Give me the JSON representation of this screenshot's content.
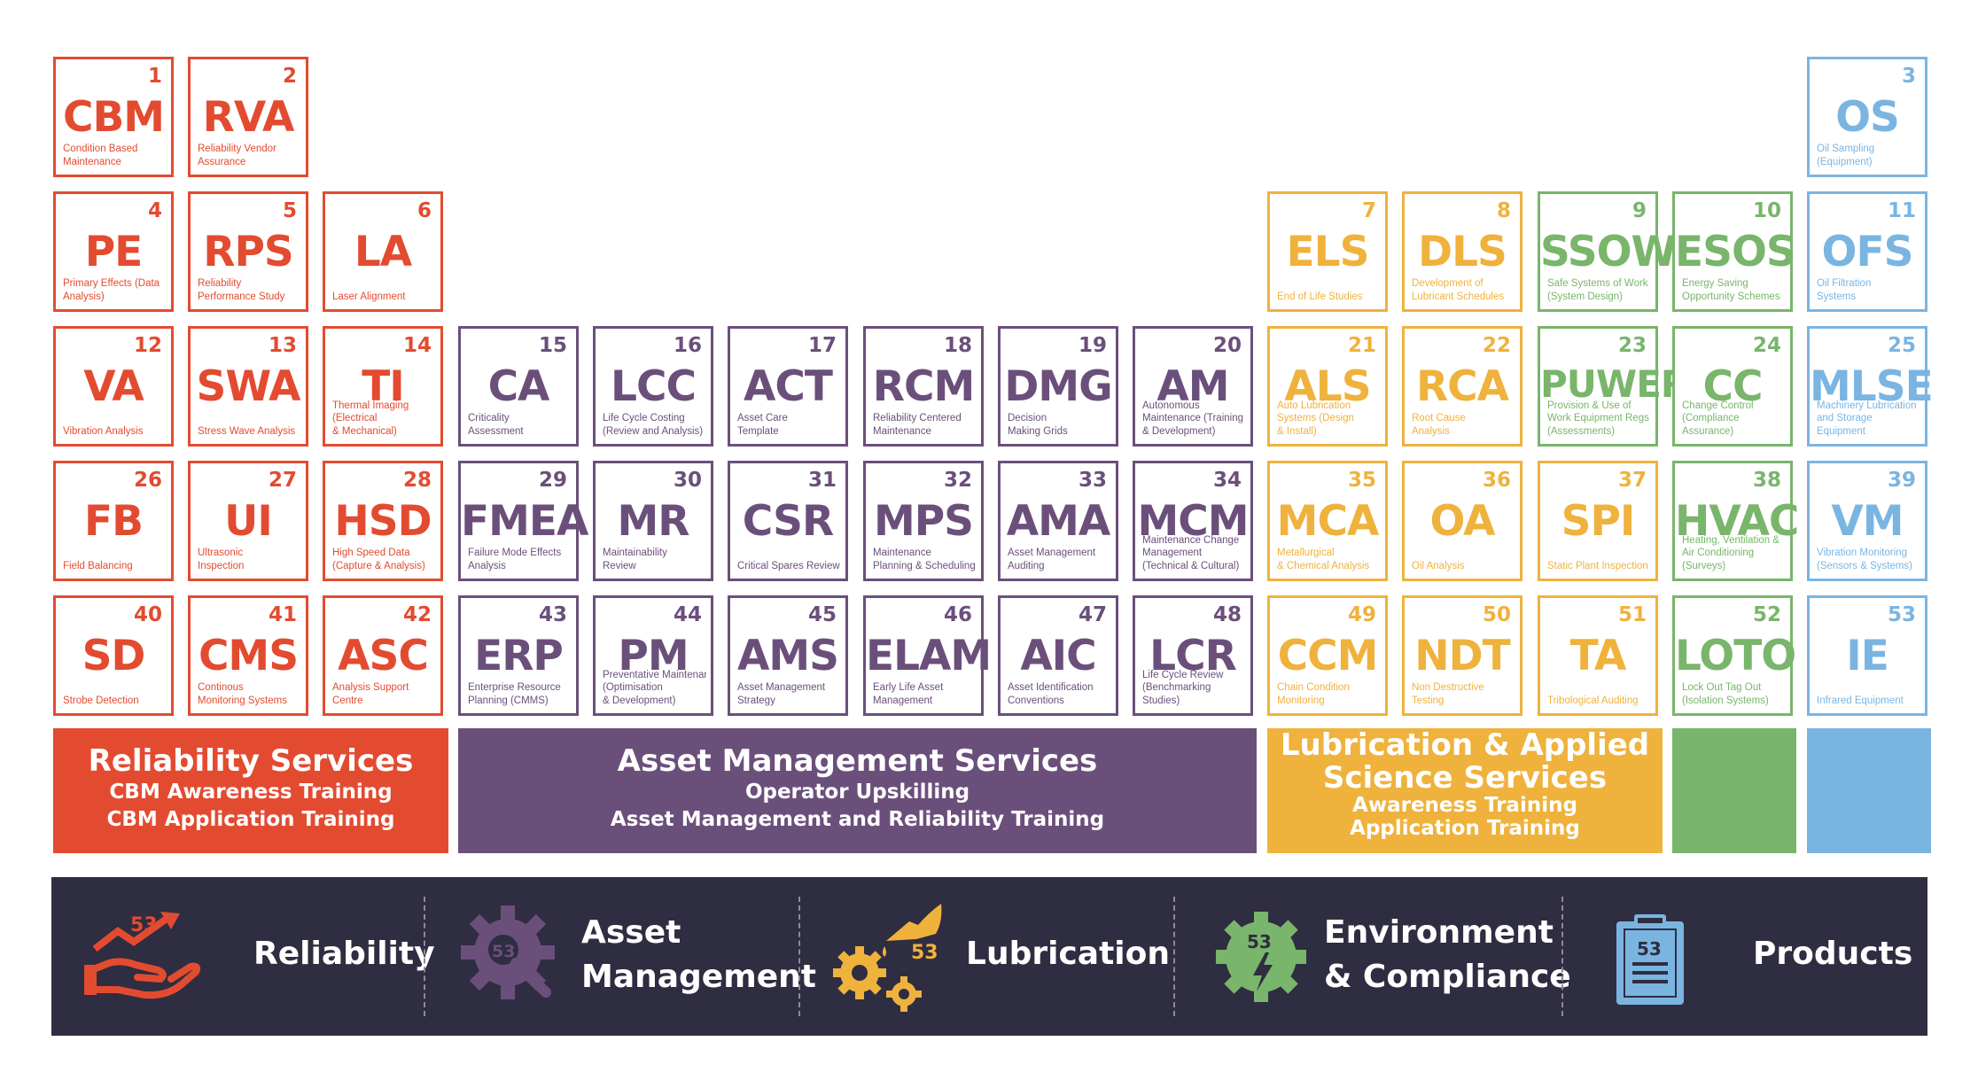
{
  "elements": [
    {
      "n": "1",
      "sym": "CBM",
      "name": [
        "Condition Based",
        "Maintenance"
      ],
      "c": "red",
      "r": 0,
      "col": 0
    },
    {
      "n": "2",
      "sym": "RVA",
      "name": [
        "Reliability Vendor",
        "Assurance"
      ],
      "c": "red",
      "r": 0,
      "col": 1
    },
    {
      "n": "3",
      "sym": "OS",
      "name": [
        "Oil Sampling",
        "(Equipment)"
      ],
      "c": "blue",
      "r": 0,
      "col": 13
    },
    {
      "n": "4",
      "sym": "PE",
      "name": [
        "Primary Effects (Data",
        "Analysis)"
      ],
      "c": "red",
      "r": 1,
      "col": 0
    },
    {
      "n": "5",
      "sym": "RPS",
      "name": [
        "Reliability",
        "Performance Study"
      ],
      "c": "red",
      "r": 1,
      "col": 1
    },
    {
      "n": "6",
      "sym": "LA",
      "name": [
        "Laser Alignment"
      ],
      "c": "red",
      "r": 1,
      "col": 2
    },
    {
      "n": "7",
      "sym": "ELS",
      "name": [
        "End of Life Studies"
      ],
      "c": "orange",
      "r": 1,
      "col": 9
    },
    {
      "n": "8",
      "sym": "DLS",
      "name": [
        "Development of",
        "Lubricant Schedules"
      ],
      "c": "orange",
      "r": 1,
      "col": 10
    },
    {
      "n": "9",
      "sym": "SSOW",
      "name": [
        "Safe Systems of Work",
        "(System Design)"
      ],
      "c": "green",
      "r": 1,
      "col": 11
    },
    {
      "n": "10",
      "sym": "ESOS",
      "name": [
        "Energy Saving",
        "Opportunity Schemes"
      ],
      "c": "green",
      "r": 1,
      "col": 12
    },
    {
      "n": "11",
      "sym": "OFS",
      "name": [
        "Oil Filtration",
        "Systems"
      ],
      "c": "blue",
      "r": 1,
      "col": 13
    },
    {
      "n": "12",
      "sym": "VA",
      "name": [
        "Vibration Analysis"
      ],
      "c": "red",
      "r": 2,
      "col": 0
    },
    {
      "n": "13",
      "sym": "SWA",
      "name": [
        "Stress Wave Analysis"
      ],
      "c": "red",
      "r": 2,
      "col": 1
    },
    {
      "n": "14",
      "sym": "TI",
      "name": [
        "Thermal Imaging",
        "(Electrical",
        "& Mechanical)"
      ],
      "c": "red",
      "r": 2,
      "col": 2
    },
    {
      "n": "15",
      "sym": "CA",
      "name": [
        "Criticality",
        "Assessment"
      ],
      "c": "purple",
      "r": 2,
      "col": 3
    },
    {
      "n": "16",
      "sym": "LCC",
      "name": [
        "Life Cycle Costing",
        "(Review and Analysis)"
      ],
      "c": "purple",
      "r": 2,
      "col": 4
    },
    {
      "n": "17",
      "sym": "ACT",
      "name": [
        "Asset Care",
        "Template"
      ],
      "c": "purple",
      "r": 2,
      "col": 5
    },
    {
      "n": "18",
      "sym": "RCM",
      "name": [
        "Reliability Centered",
        "Maintenance"
      ],
      "c": "purple",
      "r": 2,
      "col": 6
    },
    {
      "n": "19",
      "sym": "DMG",
      "name": [
        "Decision",
        "Making Grids"
      ],
      "c": "purple",
      "r": 2,
      "col": 7
    },
    {
      "n": "20",
      "sym": "AM",
      "name": [
        "Autonomous",
        "Maintenance (Training",
        "& Development)"
      ],
      "c": "purple",
      "r": 2,
      "col": 8
    },
    {
      "n": "21",
      "sym": "ALS",
      "name": [
        "Auto Lubrication",
        "Systems (Design",
        "& Install)"
      ],
      "c": "orange",
      "r": 2,
      "col": 9
    },
    {
      "n": "22",
      "sym": "RCA",
      "name": [
        "Root Cause",
        "Analysis"
      ],
      "c": "orange",
      "r": 2,
      "col": 10
    },
    {
      "n": "23",
      "sym": "PUWER",
      "name": [
        "Provision & Use of",
        "Work Equipment Regs",
        "(Assessments)"
      ],
      "c": "green",
      "r": 2,
      "col": 11
    },
    {
      "n": "24",
      "sym": "CC",
      "name": [
        "Change Control",
        "(Compliance",
        "Assurance)"
      ],
      "c": "green",
      "r": 2,
      "col": 12
    },
    {
      "n": "25",
      "sym": "MLSE",
      "name": [
        "Machinery Lubrication",
        "and Storage",
        "Equipment"
      ],
      "c": "blue",
      "r": 2,
      "col": 13
    },
    {
      "n": "26",
      "sym": "FB",
      "name": [
        "Field Balancing"
      ],
      "c": "red",
      "r": 3,
      "col": 0
    },
    {
      "n": "27",
      "sym": "UI",
      "name": [
        "Ultrasonic",
        "Inspection"
      ],
      "c": "red",
      "r": 3,
      "col": 1
    },
    {
      "n": "28",
      "sym": "HSD",
      "name": [
        "High Speed Data",
        "(Capture & Analysis)"
      ],
      "c": "red",
      "r": 3,
      "col": 2
    },
    {
      "n": "29",
      "sym": "FMEA",
      "name": [
        "Failure Mode Effects",
        "Analysis"
      ],
      "c": "purple",
      "r": 3,
      "col": 3
    },
    {
      "n": "30",
      "sym": "MR",
      "name": [
        "Maintainability",
        "Review"
      ],
      "c": "purple",
      "r": 3,
      "col": 4
    },
    {
      "n": "31",
      "sym": "CSR",
      "name": [
        "Critical Spares Review"
      ],
      "c": "purple",
      "r": 3,
      "col": 5
    },
    {
      "n": "32",
      "sym": "MPS",
      "name": [
        "Maintenance",
        "Planning & Scheduling"
      ],
      "c": "purple",
      "r": 3,
      "col": 6
    },
    {
      "n": "33",
      "sym": "AMA",
      "name": [
        "Asset Management",
        "Auditing"
      ],
      "c": "purple",
      "r": 3,
      "col": 7
    },
    {
      "n": "34",
      "sym": "MCM",
      "name": [
        "Maintenance Change",
        "Management",
        "(Technical & Cultural)"
      ],
      "c": "purple",
      "r": 3,
      "col": 8
    },
    {
      "n": "35",
      "sym": "MCA",
      "name": [
        "Metallurgical",
        "& Chemical Analysis"
      ],
      "c": "orange",
      "r": 3,
      "col": 9
    },
    {
      "n": "36",
      "sym": "OA",
      "name": [
        "Oil Analysis"
      ],
      "c": "orange",
      "r": 3,
      "col": 10
    },
    {
      "n": "37",
      "sym": "SPI",
      "name": [
        "Static Plant Inspection"
      ],
      "c": "orange",
      "r": 3,
      "col": 11
    },
    {
      "n": "38",
      "sym": "HVAC",
      "name": [
        "Heating, Ventilation &",
        "Air Conditioning",
        "(Surveys)"
      ],
      "c": "green",
      "r": 3,
      "col": 12
    },
    {
      "n": "39",
      "sym": "VM",
      "name": [
        "Vibration Monitoring",
        "(Sensors & Systems)"
      ],
      "c": "blue",
      "r": 3,
      "col": 13
    },
    {
      "n": "40",
      "sym": "SD",
      "name": [
        "Strobe Detection"
      ],
      "c": "red",
      "r": 4,
      "col": 0
    },
    {
      "n": "41",
      "sym": "CMS",
      "name": [
        "Continous",
        "Monitoring Systems"
      ],
      "c": "red",
      "r": 4,
      "col": 1
    },
    {
      "n": "42",
      "sym": "ASC",
      "name": [
        "Analysis Support",
        "Centre"
      ],
      "c": "red",
      "r": 4,
      "col": 2
    },
    {
      "n": "43",
      "sym": "ERP",
      "name": [
        "Enterprise Resource",
        "Planning (CMMS)"
      ],
      "c": "purple",
      "r": 4,
      "col": 3
    },
    {
      "n": "44",
      "sym": "PM",
      "name": [
        "Preventative Maintenance",
        "(Optimisation",
        "& Development)"
      ],
      "c": "purple",
      "r": 4,
      "col": 4
    },
    {
      "n": "45",
      "sym": "AMS",
      "name": [
        "Asset Management",
        "Strategy"
      ],
      "c": "purple",
      "r": 4,
      "col": 5
    },
    {
      "n": "46",
      "sym": "ELAM",
      "name": [
        "Early Life Asset",
        "Management"
      ],
      "c": "purple",
      "r": 4,
      "col": 6
    },
    {
      "n": "47",
      "sym": "AIC",
      "name": [
        "Asset Identification",
        "Conventions"
      ],
      "c": "purple",
      "r": 4,
      "col": 7
    },
    {
      "n": "48",
      "sym": "LCR",
      "name": [
        "Life Cycle Review",
        "(Benchmarking",
        "Studies)"
      ],
      "c": "purple",
      "r": 4,
      "col": 8
    },
    {
      "n": "49",
      "sym": "CCM",
      "name": [
        "Chain Condition",
        "Monitoring"
      ],
      "c": "orange",
      "r": 4,
      "col": 9
    },
    {
      "n": "50",
      "sym": "NDT",
      "name": [
        "Non Destructive",
        "Testing"
      ],
      "c": "orange",
      "r": 4,
      "col": 10
    },
    {
      "n": "51",
      "sym": "TA",
      "name": [
        "Tribological Auditing"
      ],
      "c": "orange",
      "r": 4,
      "col": 11
    },
    {
      "n": "52",
      "sym": "LOTO",
      "name": [
        "Lock Out Tag Out",
        "(Isolation Systems)"
      ],
      "c": "green",
      "r": 4,
      "col": 12
    },
    {
      "n": "53",
      "sym": "IE",
      "name": [
        "Infrared Equipment"
      ],
      "c": "blue",
      "r": 4,
      "col": 13
    }
  ],
  "bands": {
    "reliability": {
      "title": "Reliability Services",
      "line1": "CBM Awareness Training",
      "line2": "CBM Application Training"
    },
    "asset": {
      "title": "Asset Management Services",
      "line1": "Operator Upskilling",
      "line2": "Asset Management and Reliability Training"
    },
    "lubrication": {
      "title_line1": "Lubrication & Applied",
      "title_line2": "Science Services",
      "line1": "Awareness Training",
      "line2": "Application Training"
    }
  },
  "legend": {
    "badge": "53",
    "reliability": "Reliability",
    "asset_line1": "Asset",
    "asset_line2": "Management",
    "lubrication": "Lubrication",
    "environment_line1": "Environment",
    "environment_line2": "& Compliance",
    "products": "Products"
  },
  "colors": {
    "red": "#e34b30",
    "purple": "#6b4f7b",
    "orange": "#efb23c",
    "green": "#79b56b",
    "blue": "#7ab5e2",
    "legend_bg": "#2f2d41"
  }
}
